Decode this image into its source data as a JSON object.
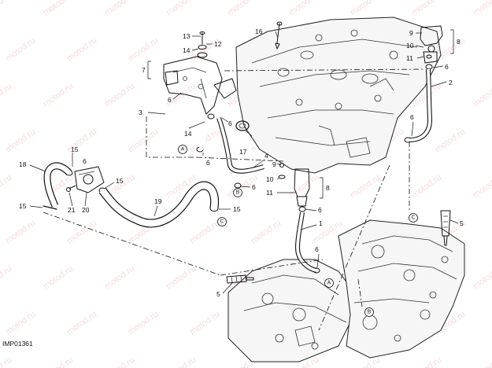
{
  "diagram": {
    "code": "IMP01361",
    "watermark": "motod.ru",
    "labels": [
      {
        "id": "n1",
        "text": "1"
      },
      {
        "id": "n2",
        "text": "2"
      },
      {
        "id": "n3",
        "text": "3"
      },
      {
        "id": "n4",
        "text": "4"
      },
      {
        "id": "n5a",
        "text": "5"
      },
      {
        "id": "n5b",
        "text": "5"
      },
      {
        "id": "n6a",
        "text": "6"
      },
      {
        "id": "n6b",
        "text": "6"
      },
      {
        "id": "n6c",
        "text": "6"
      },
      {
        "id": "n6d",
        "text": "6"
      },
      {
        "id": "n6e",
        "text": "6"
      },
      {
        "id": "n6f",
        "text": "6"
      },
      {
        "id": "n6g",
        "text": "6"
      },
      {
        "id": "n6h",
        "text": "6"
      },
      {
        "id": "n6i",
        "text": "6"
      },
      {
        "id": "n7",
        "text": "7"
      },
      {
        "id": "n8a",
        "text": "8"
      },
      {
        "id": "n8b",
        "text": "8"
      },
      {
        "id": "n9a",
        "text": "9"
      },
      {
        "id": "n9b",
        "text": "9"
      },
      {
        "id": "n10a",
        "text": "10"
      },
      {
        "id": "n10b",
        "text": "10"
      },
      {
        "id": "n11a",
        "text": "11"
      },
      {
        "id": "n11b",
        "text": "11"
      },
      {
        "id": "n12",
        "text": "12"
      },
      {
        "id": "n13",
        "text": "13"
      },
      {
        "id": "n14a",
        "text": "14"
      },
      {
        "id": "n14b",
        "text": "14"
      },
      {
        "id": "n15a",
        "text": "15"
      },
      {
        "id": "n15b",
        "text": "15"
      },
      {
        "id": "n15c",
        "text": "15"
      },
      {
        "id": "n15d",
        "text": "15"
      },
      {
        "id": "n16",
        "text": "16"
      },
      {
        "id": "n17",
        "text": "17"
      },
      {
        "id": "n18",
        "text": "18"
      },
      {
        "id": "n19",
        "text": "19"
      },
      {
        "id": "n20",
        "text": "20"
      },
      {
        "id": "n21",
        "text": "21"
      }
    ],
    "refs": [
      {
        "id": "ra1",
        "text": "A"
      },
      {
        "id": "rb1",
        "text": "B"
      },
      {
        "id": "rc1",
        "text": "C"
      },
      {
        "id": "ra2",
        "text": "A"
      },
      {
        "id": "rb2",
        "text": "B"
      },
      {
        "id": "rc2",
        "text": "C"
      }
    ]
  }
}
